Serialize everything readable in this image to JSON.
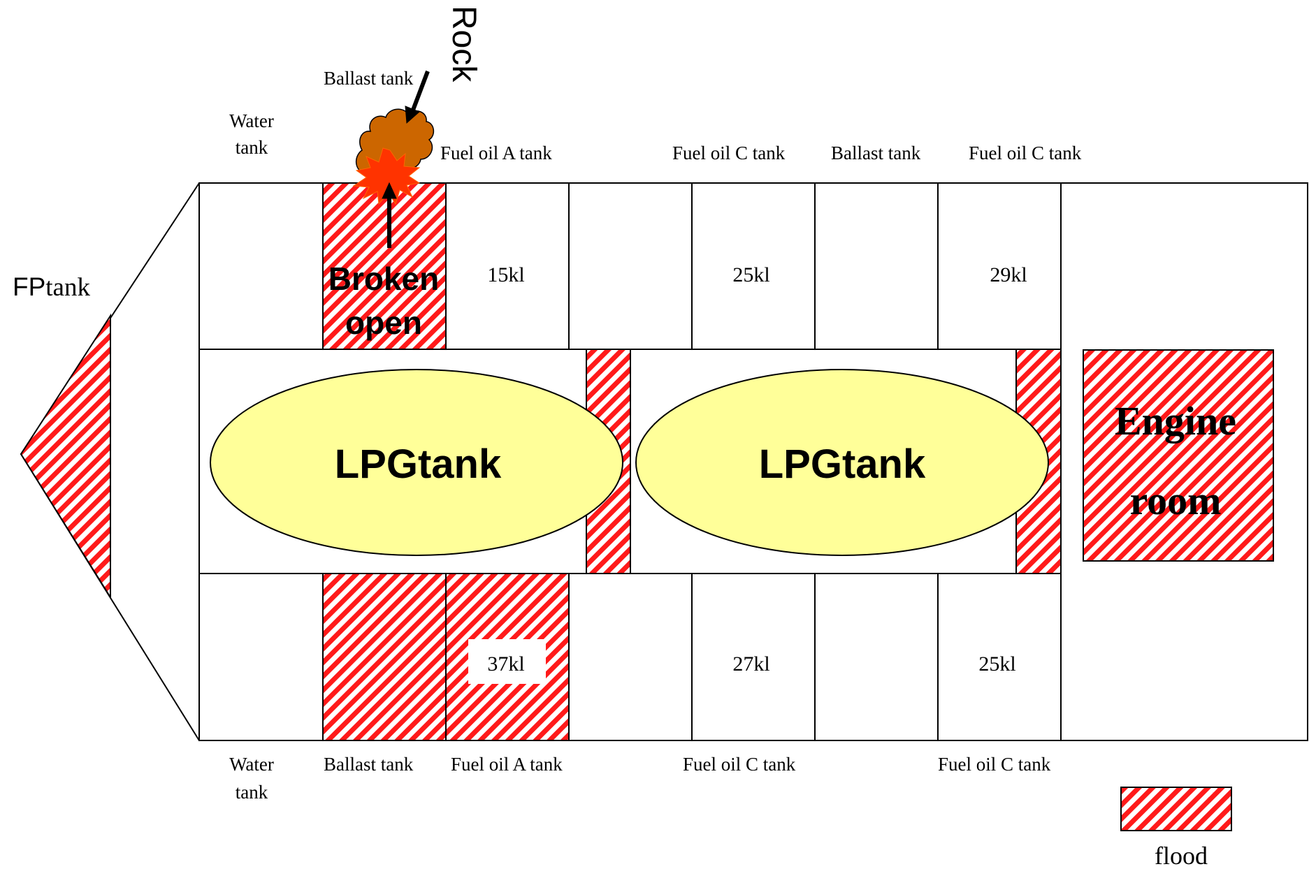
{
  "labels": {
    "fp_tank_prefix": "FP",
    "fp_tank_suffix": "tank",
    "rock": "Rock",
    "broken_line1": "Broken",
    "broken_line2": "open",
    "lpg_tank": "LPGtank",
    "engine_line1": "Engine",
    "engine_line2": "room",
    "legend_flood": "flood"
  },
  "top_row": {
    "water_tank_line1": "Water",
    "water_tank_line2": "tank",
    "ballast_tank_1": "Ballast tank",
    "fuel_oil_a": "Fuel oil A tank",
    "fuel_oil_c_1": "Fuel oil C tank",
    "ballast_tank_2": "Ballast tank",
    "fuel_oil_c_2": "Fuel oil C tank",
    "vol_fuel_a": "15kl",
    "vol_fuel_c_1": "25kl",
    "vol_fuel_c_2": "29kl"
  },
  "bottom_row": {
    "water_tank_line1": "Water",
    "water_tank_line2": "tank",
    "ballast_tank": "Ballast tank",
    "fuel_oil_a": "Fuel oil A tank",
    "fuel_oil_c_1": "Fuel oil C tank",
    "fuel_oil_c_2": "Fuel oil C tank",
    "vol_fuel_a": "37kl",
    "vol_fuel_c_1": "27kl",
    "vol_fuel_c_2": "25kl"
  },
  "colors": {
    "flood_hatch": "#ff1a1a",
    "lpg_fill": "#ffff99",
    "rock_fill": "#cc6600",
    "burst_fill": "#ff3300",
    "line": "#000000"
  }
}
